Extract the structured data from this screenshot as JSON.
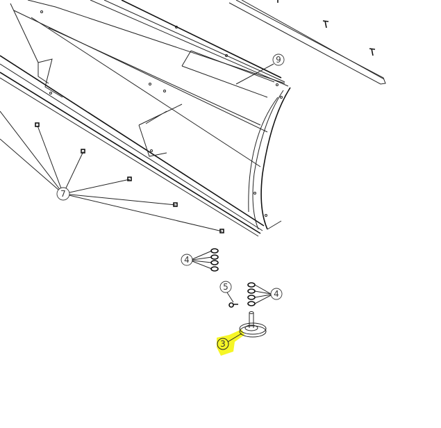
{
  "diagram": {
    "type": "exploded parts diagram",
    "callouts": [
      {
        "id": "callout-9",
        "label": "9"
      },
      {
        "id": "callout-7",
        "label": "7"
      },
      {
        "id": "callout-4a",
        "label": "4"
      },
      {
        "id": "callout-5",
        "label": "5"
      },
      {
        "id": "callout-4b",
        "label": "4"
      },
      {
        "id": "callout-3",
        "label": "3",
        "highlighted": true
      }
    ],
    "colors": {
      "highlight": "#f5f500",
      "line": "#222222"
    }
  }
}
